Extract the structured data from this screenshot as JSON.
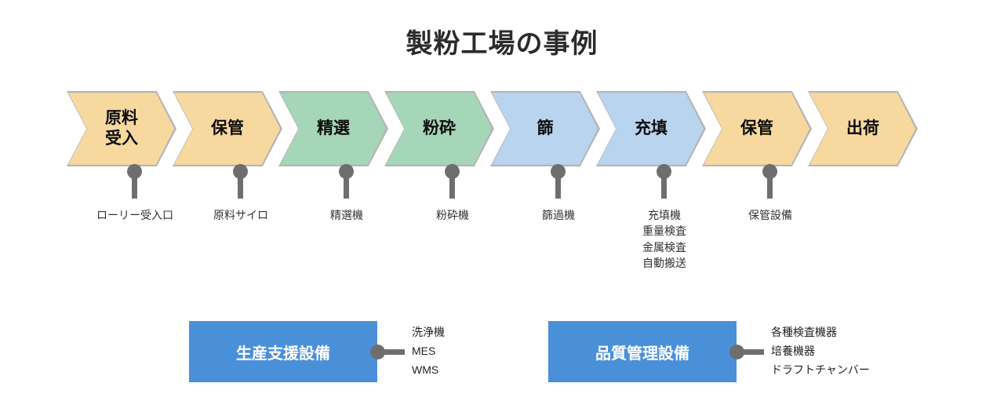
{
  "title": "製粉工場の事例",
  "colors": {
    "orange": "#f7d9a0",
    "green": "#a5d6b8",
    "lightblue": "#b8d4ee",
    "chevron_border": "#b4b4b4",
    "connector_gray": "#6e6e6e",
    "box_blue": "#4a90d9",
    "title_text": "#2b2b2b",
    "label_text": "#333333"
  },
  "flow": {
    "steps": [
      {
        "label": "原料\n受入",
        "color": "orange",
        "equipment": "ローリー受入口"
      },
      {
        "label": "保管",
        "color": "orange",
        "equipment": "原料サイロ"
      },
      {
        "label": "精選",
        "color": "green",
        "equipment": "精選機"
      },
      {
        "label": "粉砕",
        "color": "green",
        "equipment": "粉砕機"
      },
      {
        "label": "篩",
        "color": "lightblue",
        "equipment": "篩過機"
      },
      {
        "label": "充填",
        "color": "lightblue",
        "equipment": "充填機\n重量検査\n金属検査\n自動搬送"
      },
      {
        "label": "保管",
        "color": "orange",
        "equipment": "保管設備"
      },
      {
        "label": "出荷",
        "color": "orange",
        "equipment": ""
      }
    ]
  },
  "support": {
    "boxes": [
      {
        "label": "生産支援設備",
        "items": "洗浄機\nMES\nWMS"
      },
      {
        "label": "品質管理設備",
        "items": "各種検査機器\n培養機器\nドラフトチャンバー"
      }
    ]
  }
}
